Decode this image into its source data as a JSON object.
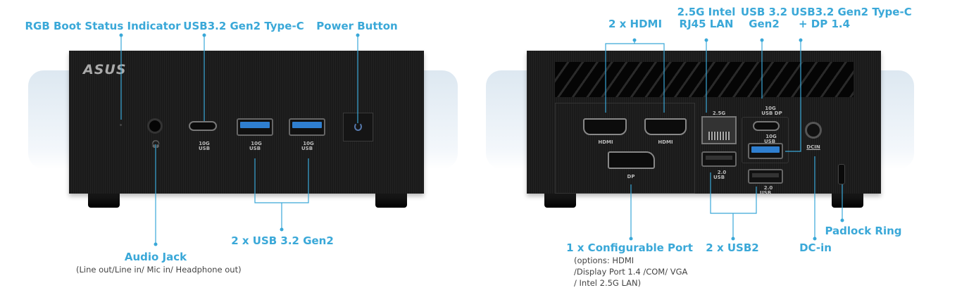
{
  "front": {
    "logo": "ASUS",
    "callouts": {
      "rgb": "RGB Boot Status Indicator",
      "typec": "USB3.2 Gen2 Type-C",
      "power": "Power Button",
      "audio": "Audio Jack",
      "audio_sub": "(Line out/Line in/ Mic in/ Headphone out)",
      "usb": "2 x USB 3.2 Gen2"
    },
    "port_labels": {
      "speed": "10G",
      "usb": "USB"
    }
  },
  "rear": {
    "callouts": {
      "hdmi": "2 x HDMI",
      "lan_1": "2.5G Intel",
      "lan_2": "RJ45 LAN",
      "usb32_1": "USB 3.2",
      "usb32_2": "Gen2",
      "typec_1": "USB3.2 Gen2 Type-C",
      "typec_2": "+ DP 1.4",
      "config": "1 x Configurable Port",
      "config_sub_1": "(options: HDMI",
      "config_sub_2": "/Display Port 1.4 /COM/ VGA",
      "config_sub_3": "/ Intel 2.5G LAN)",
      "usb2": "2 x USB2",
      "dcin": "DC-in",
      "padlock": "Padlock Ring"
    },
    "port_labels": {
      "hdmi": "HDMI",
      "dp": "DP",
      "lan": "2.5G",
      "usb_dp_speed": "10G",
      "usb_dp": "USB DP",
      "usb_speed": "10G",
      "usb": "USB",
      "usb2_speed": "2.0",
      "dcin": "DCIN"
    }
  },
  "colors": {
    "accent": "#3aa8d8"
  }
}
